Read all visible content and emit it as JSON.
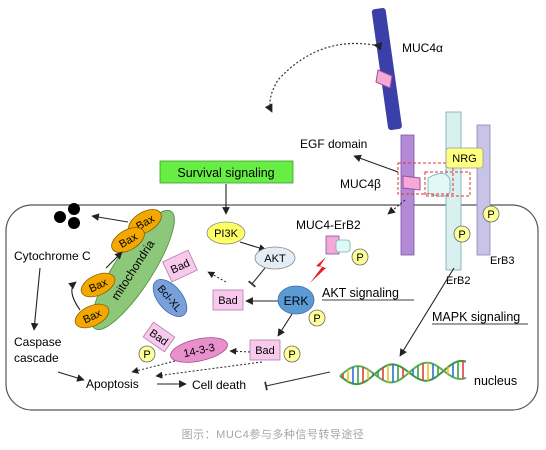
{
  "labels": {
    "muc4_alpha": "MUC4α",
    "egf_domain": "EGF domain",
    "muc4_beta": "MUC4β",
    "nrg": "NRG",
    "survival_signaling": "Survival signaling",
    "muc4_erb2": "MUC4-ErB2",
    "erb2": "ErB2",
    "erb3": "ErB3",
    "pi3k": "PI3K",
    "akt": "AKT",
    "akt_signaling": "AKT signaling",
    "erk": "ERK",
    "mapk_signaling": "MAPK signaling",
    "nucleus": "nucleus",
    "bad_top": "Bad",
    "bad_mid": "Bad",
    "bad_low": "Bad",
    "bad_tilted": "Bad",
    "p": "P",
    "p14_3_3": "14-3-3",
    "bax": "Bax",
    "mitochondria": "mitochondria",
    "bcl_xl": "Bcl-XL",
    "cytochrome_c": "Cytochrome C",
    "caspase_line1": "Caspase",
    "caspase_line2": "cascade",
    "apoptosis": "Apoptosis",
    "cell_death": "Cell death"
  },
  "caption": "图示：MUC4参与多种信号转导途径",
  "colors": {
    "muc4": "#b48ad8",
    "muc4_pink": "#f4a9d8",
    "erb2": "#d8f0f0",
    "erb3": "#c8c4e8",
    "p_badge": "#ffff99",
    "nrg": "#ffff80",
    "survival": "#66ee44",
    "pi3k": "#ffff66",
    "akt": "#e4ecf6",
    "erk": "#5b9bd5",
    "bad": "#f7c9ec",
    "bax": "#f2a800",
    "mitochondria": "#8dc77a",
    "bcl": "#7aa0dc",
    "p1433": "#e890cc",
    "lightning": "#e61e1e",
    "dna_green": "#3d9940"
  }
}
